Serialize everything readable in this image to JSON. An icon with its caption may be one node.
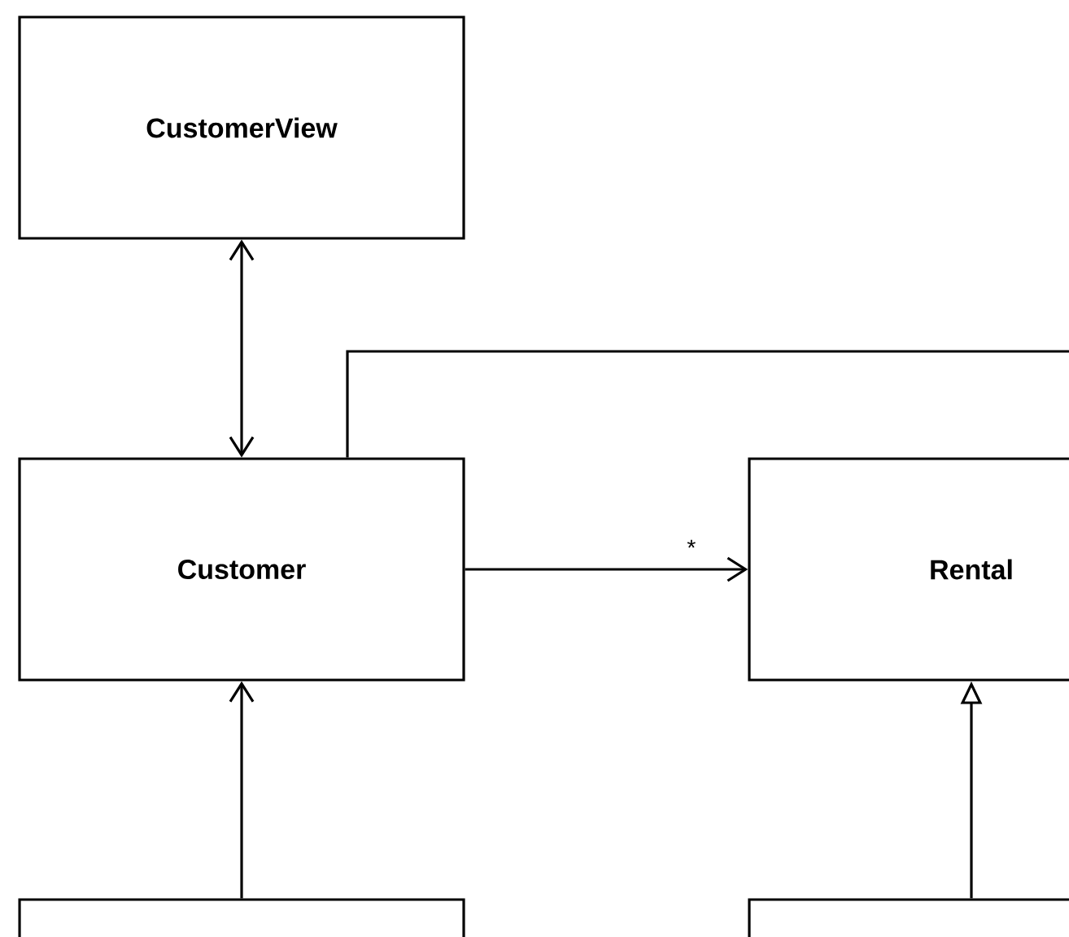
{
  "diagram": {
    "nodes": [
      {
        "text": [
          "CustomerView"
        ]
      },
      {
        "text": [
          "Customer"
        ]
      },
      {
        "text": [
          "Rental"
        ]
      },
      {
        "text": [],
        "shape": "box"
      },
      {
        "text": [],
        "shape": "box"
      }
    ],
    "edges": [
      {
        "from": 0,
        "to": 1,
        "arrow": "both"
      },
      {
        "from": 1,
        "to": 2,
        "arrow": "to",
        "label": "*"
      },
      {
        "from": 3,
        "to": 1,
        "arrow": "to"
      },
      {
        "from": 4,
        "to": 2,
        "arrow": "to"
      },
      {
        "from": 1,
        "to": null,
        "arrow": "none"
      }
    ]
  }
}
